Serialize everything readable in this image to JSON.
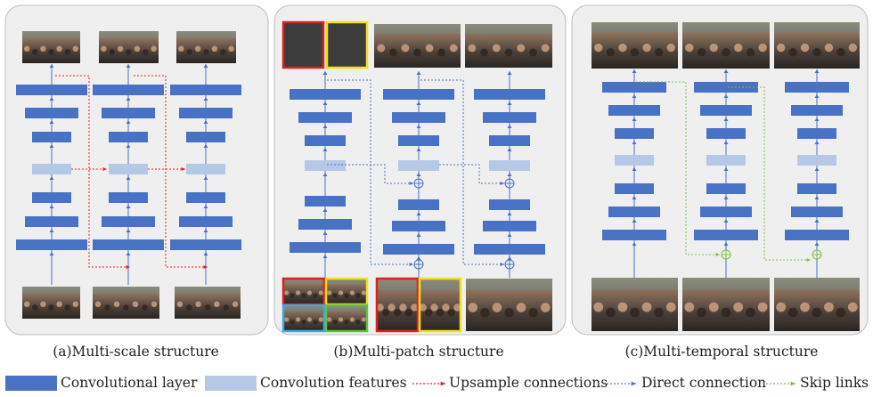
{
  "colors": {
    "conv_layer": "#4a72c4",
    "conv_features": "#b5c9e6",
    "upsample": "#e02020",
    "direct": "#4a72c4",
    "skip": "#7cc040",
    "panel_bg": "#efefef",
    "patch_red": "#e02020",
    "patch_yellow": "#f0e020",
    "patch_blue": "#40a8e0",
    "patch_green": "#60c040"
  },
  "panels": [
    {
      "id": "multi-scale",
      "caption": "(a)Multi-scale structure",
      "connection": "upsample"
    },
    {
      "id": "multi-patch",
      "caption": "(b)Multi-patch structure",
      "connection": "direct"
    },
    {
      "id": "multi-temporal",
      "caption": "(c)Multi-temporal structure",
      "connection": "skip"
    }
  ],
  "legend": [
    {
      "kind": "box",
      "color_key": "conv_layer",
      "label": "Convolutional layer"
    },
    {
      "kind": "box",
      "color_key": "conv_features",
      "label": "Convolution features"
    },
    {
      "kind": "arrow",
      "color_key": "upsample",
      "label": "Upsample connections"
    },
    {
      "kind": "arrow",
      "color_key": "direct",
      "label": "Direct connection"
    },
    {
      "kind": "arrow",
      "color_key": "skip",
      "label": "Skip links"
    }
  ],
  "icons": {
    "photo": "crowd-photo-icon",
    "sum": "sum-node-icon"
  }
}
